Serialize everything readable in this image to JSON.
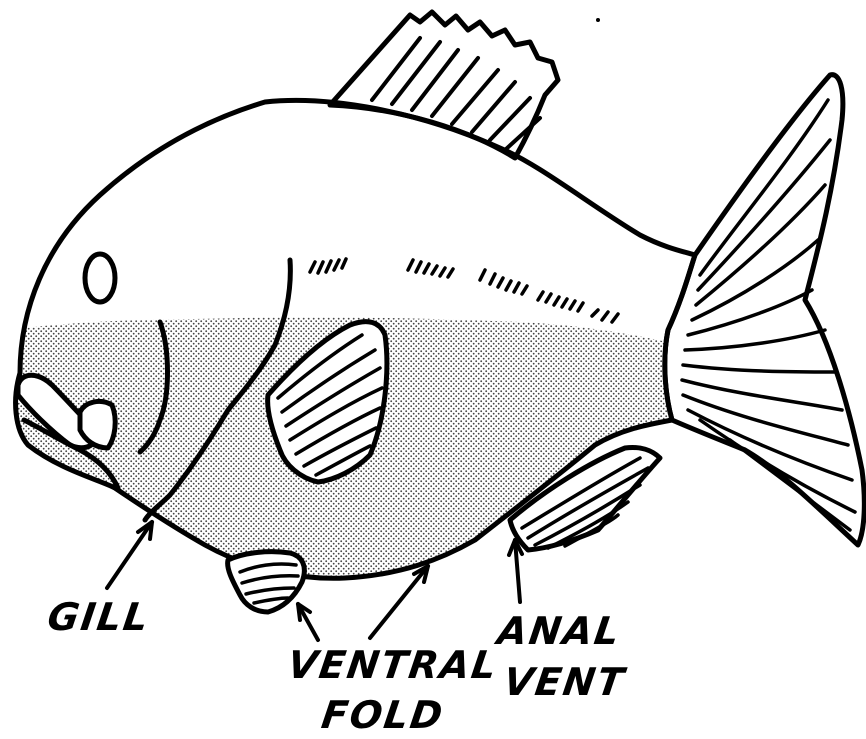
{
  "labels": {
    "gill": "GILL",
    "ventral": "VENTRAL",
    "fold": "FOLD",
    "anal": "ANAL",
    "vent": "VENT"
  },
  "colors": {
    "ink": "#000000",
    "paper": "#ffffff",
    "stipple": "#8a8a8a"
  }
}
